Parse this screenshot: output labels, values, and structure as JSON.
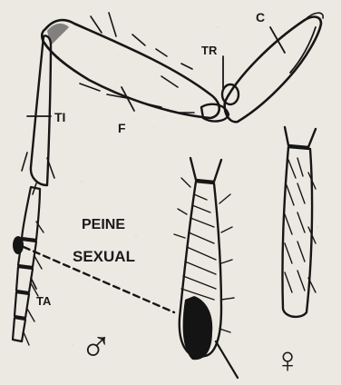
{
  "labels": {
    "coxa": "C",
    "trochanter": "TR",
    "femur": "F",
    "tibia": "TI",
    "tarsus": "TA",
    "sex_comb_line1": "PEINE",
    "sex_comb_line2": "SEXUAL",
    "male_symbol": "♂",
    "female_symbol": "♀"
  },
  "colors": {
    "ink": "#161616",
    "paper": "#ece9e2"
  }
}
